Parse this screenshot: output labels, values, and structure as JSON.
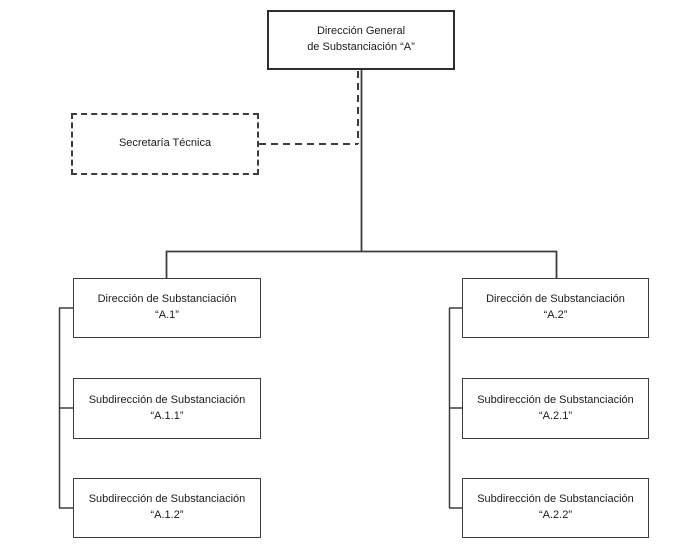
{
  "colors": {
    "background": "#ffffff",
    "box_border": "#3d3d3d",
    "connector": "#3d3d3d",
    "text": "#1c1c1c"
  },
  "org": {
    "root": {
      "line1": "Dirección General",
      "line2": "de Substanciación “A”"
    },
    "staff": {
      "label": "Secretaría Técnica"
    },
    "branches": [
      {
        "line1": "Dirección de Substanciación",
        "line2": "“A.1”",
        "children": [
          {
            "line1": "Subdirección de Substanciación",
            "line2": "“A.1.1”"
          },
          {
            "line1": "Subdirección de Substanciación",
            "line2": "“A.1.2”"
          }
        ]
      },
      {
        "line1": "Dirección de Substanciación",
        "line2": "“A.2”",
        "children": [
          {
            "line1": "Subdirección de Substanciación",
            "line2": "“A.2.1”"
          },
          {
            "line1": "Subdirección de Substanciación",
            "line2": "“A.2.2”"
          }
        ]
      }
    ]
  }
}
